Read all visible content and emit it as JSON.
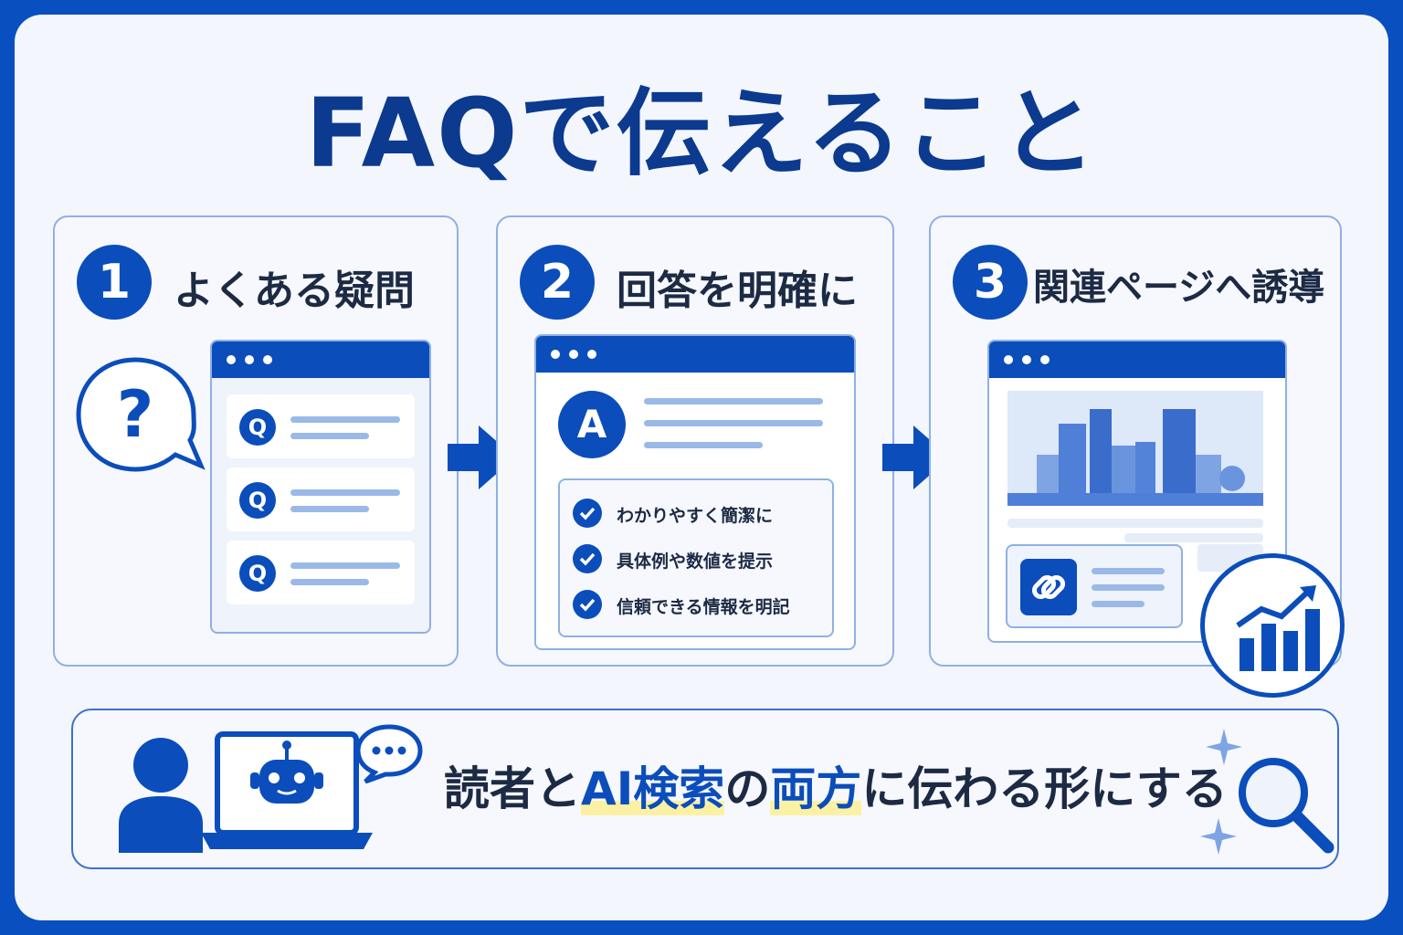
{
  "title": "FAQで伝えること",
  "steps": [
    {
      "number": "1",
      "title": "よくある疑問",
      "icon": "question-bubble-icon",
      "badge": "Q",
      "question_mark": "?"
    },
    {
      "number": "2",
      "title": "回答を明確に",
      "badge": "A",
      "checklist": [
        "わかりやすく簡潔に",
        "具体例や数値を提示",
        "信頼できる情報を明記"
      ]
    },
    {
      "number": "3",
      "title": "関連ページへ誘導",
      "icons": [
        "link-icon",
        "growth-chart-icon"
      ]
    }
  ],
  "tagline": {
    "part1": "読者と",
    "part2": "AI検索",
    "part3": "の",
    "part4": "両方",
    "part5": "に伝わる形にする"
  },
  "colors": {
    "accent": "#0b4dbb",
    "title": "#0b3a8f",
    "highlight": "#fcf1a2",
    "frame": "#0a4fbf"
  }
}
